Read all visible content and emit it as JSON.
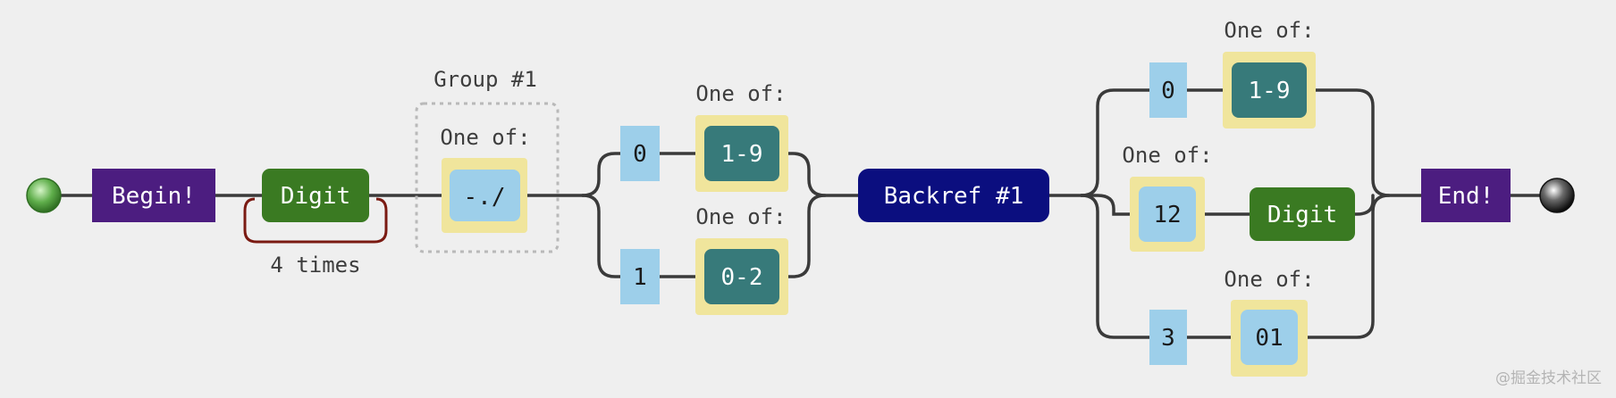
{
  "colors": {
    "background": "#efefef",
    "wire": "#3a3a3a",
    "anchor": "#4c1d80",
    "class": "#3a7a22",
    "backref": "#0b0e7f",
    "literal": "#9dcfea",
    "charset_outer": "#f0e59c",
    "charset_inner_range": "#377a7a",
    "repeat_loop": "#7a1a12",
    "group_border": "#b9b9b9"
  },
  "diagram": {
    "begin": "Begin!",
    "digit_1": "Digit",
    "repeat_label": "4 times",
    "group_label": "Group #1",
    "oneof_sep": "One of:",
    "sep_chars": "-./",
    "month_oneof_1": "One of:",
    "month_lit_0": "0",
    "month_range_1_9": "1-9",
    "month_oneof_2": "One of:",
    "month_lit_1": "1",
    "month_range_0_2": "0-2",
    "backref": "Backref #1",
    "day_oneof_1": "One of:",
    "day_lit_0": "0",
    "day_range_1_9": "1-9",
    "day_oneof_2": "One of:",
    "day_set_12": "12",
    "digit_2": "Digit",
    "day_oneof_3": "One of:",
    "day_lit_3": "3",
    "day_set_01": "01",
    "end": "End!"
  },
  "watermark": "@掘金技术社区"
}
